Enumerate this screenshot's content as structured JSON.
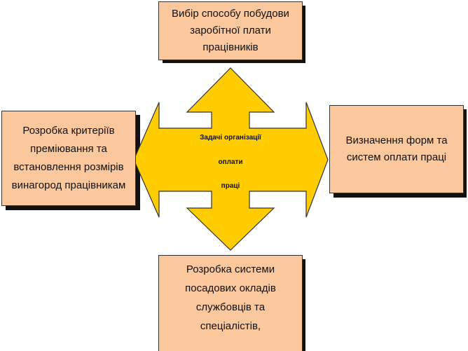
{
  "colors": {
    "box_fill": "#fbc79c",
    "arrow_fill": "#ffcc00",
    "arrow_stroke": "#333333",
    "shadow": "#111111"
  },
  "center": {
    "line1": "Задачі організації",
    "line2": "оплати",
    "line3": "праці"
  },
  "boxes": {
    "top": "Вибір способу побудови заробітної плати працівників",
    "right": "Визначення форм та систем оплати праці",
    "bottom": "Розробка системи посадових окладів службовців та спеціалістів,",
    "left": "Розробка критеріїв преміювання та встановлення розмірів винагород працівникам"
  }
}
